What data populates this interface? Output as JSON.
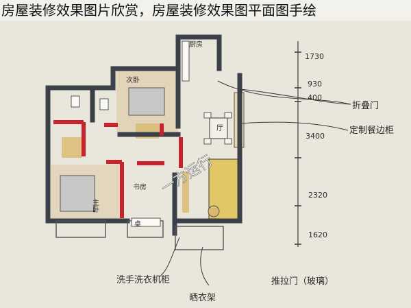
{
  "caption": "房屋装修效果图片欣赏，房屋装修效果图平面图手绘",
  "watermark": "一方运行",
  "rooms": {
    "top": "厨房",
    "second_bedroom": "次卧",
    "master_bedroom": "主卧",
    "study": "书房",
    "desk": "桌",
    "living": "厅"
  },
  "dimensions": [
    "1730",
    "930",
    "400",
    "3400",
    "2320",
    "1620"
  ],
  "annotations": {
    "folding_door": "折叠门",
    "dining_cabinet": "定制餐边柜",
    "washer_cabinet": "洗手洗衣机柜",
    "drying_rack": "晒衣架",
    "sliding_door": "推拉门（玻璃）"
  },
  "colors": {
    "wall": "#3c4149",
    "paper": "#e9e6dc",
    "red": "#c8232a",
    "floor_wood": "#d9b96e",
    "sofa": "#e2c766",
    "ink": "#2a2a2a"
  }
}
